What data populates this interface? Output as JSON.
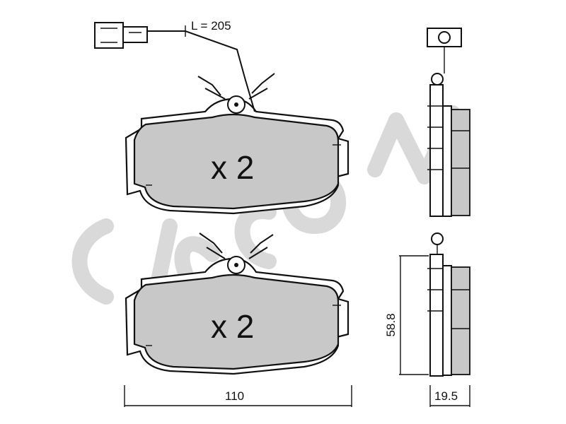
{
  "labels": {
    "cable_length": "L = 205",
    "quantity_top": "x 2",
    "quantity_bottom": "x 2",
    "width": "110",
    "height": "58.8",
    "thickness": "19.5"
  },
  "logo": {
    "text": "cifam"
  },
  "colors": {
    "pad_fill": "#c8c8c8",
    "line": "#111111",
    "watermark": "#d9d9d9"
  }
}
